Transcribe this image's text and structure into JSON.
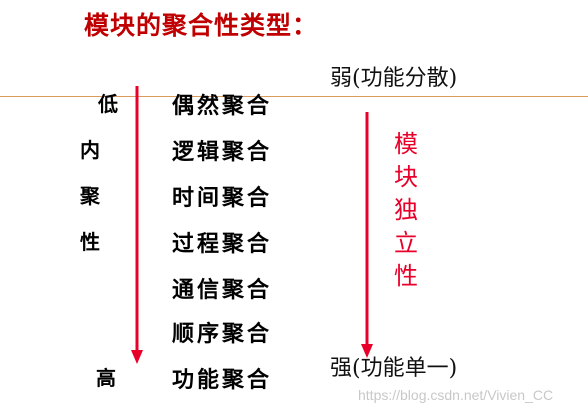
{
  "title": "模块的聚合性类型：",
  "scale_top": "弱(功能分散)",
  "scale_bottom": "强(功能单一)",
  "cohesion_axis": {
    "low": [
      "低",
      "内",
      "聚",
      "性"
    ],
    "high": "高"
  },
  "cohesion_types": [
    "偶然聚合",
    "逻辑聚合",
    "时间聚合",
    "过程聚合",
    "通信聚合",
    "顺序聚合",
    "功能聚合"
  ],
  "independence_label": [
    "模",
    "块",
    "独",
    "立",
    "性"
  ],
  "watermark": "https://blog.csdn.net/Vivien_CC",
  "colors": {
    "title": "#c00000",
    "arrow": "#e8002a",
    "divider": "#d99a5c"
  }
}
